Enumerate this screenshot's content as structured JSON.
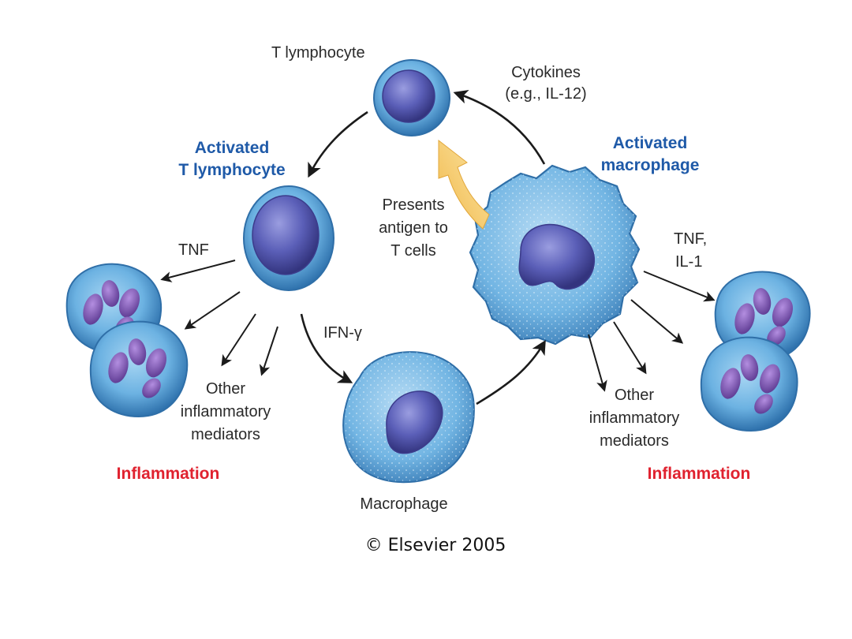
{
  "labels": {
    "t_lymphocyte": "T lymphocyte",
    "cytokines_line1": "Cytokines",
    "cytokines_line2": "(e.g., IL-12)",
    "activated_t_line1": "Activated",
    "activated_t_line2": "T lymphocyte",
    "activated_mac_line1": "Activated",
    "activated_mac_line2": "macrophage",
    "presents_line1": "Presents",
    "presents_line2": "antigen to",
    "presents_line3": "T cells",
    "tnf_left": "TNF",
    "tnf_right_line1": "TNF,",
    "tnf_right_line2": "IL-1",
    "ifn": "IFN-γ",
    "other_left_line1": "Other",
    "other_left_line2": "inflammatory",
    "other_left_line3": "mediators",
    "other_right_line1": "Other",
    "other_right_line2": "inflammatory",
    "other_right_line3": "mediators",
    "inflammation_left": "Inflammation",
    "inflammation_right": "Inflammation",
    "macrophage": "Macrophage",
    "copyright": "© Elsevier 2005"
  },
  "colors": {
    "cell_body": "#5fa8dc",
    "cell_rim": "#2f6fa8",
    "nucleus": "#5b5fb8",
    "nucleus_dark": "#3c3c8c",
    "granule": "#7a52a8",
    "antigen_arrow": "#f7d27a",
    "label_blue": "#1f5aa8",
    "label_red": "#e0222f"
  }
}
